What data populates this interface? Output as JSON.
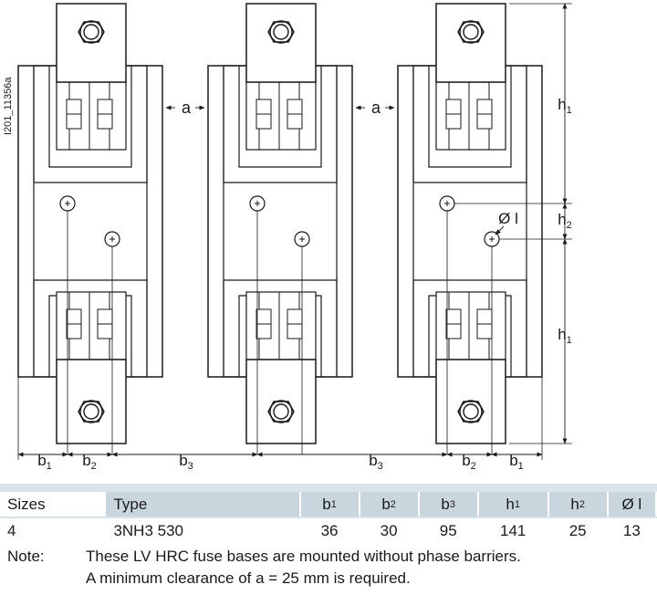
{
  "figure_id": "I201_11356a",
  "dims": {
    "a": "a",
    "b1": "b",
    "b2": "b",
    "b3": "b",
    "h1": "h",
    "h2": "h",
    "dia": "Ø l",
    "sub1": "1",
    "sub2": "2",
    "sub3": "3"
  },
  "table": {
    "headers": {
      "sizes": "Sizes",
      "type": "Type",
      "b1": "b",
      "b2": "b",
      "b3": "b",
      "h1": "h",
      "h2": "h",
      "dia": "Ø l",
      "sub1": "1",
      "sub2": "2",
      "sub3": "3"
    },
    "row": {
      "size": "4",
      "type": "3NH3 530",
      "b1": "36",
      "b2": "30",
      "b3": "95",
      "h1": "141",
      "h2": "25",
      "dia": "13"
    }
  },
  "note": {
    "label": "Note:",
    "line1": "These LV HRC fuse bases are mounted without phase barriers.",
    "line2": "A minimum clearance of a = 25 mm is required."
  }
}
